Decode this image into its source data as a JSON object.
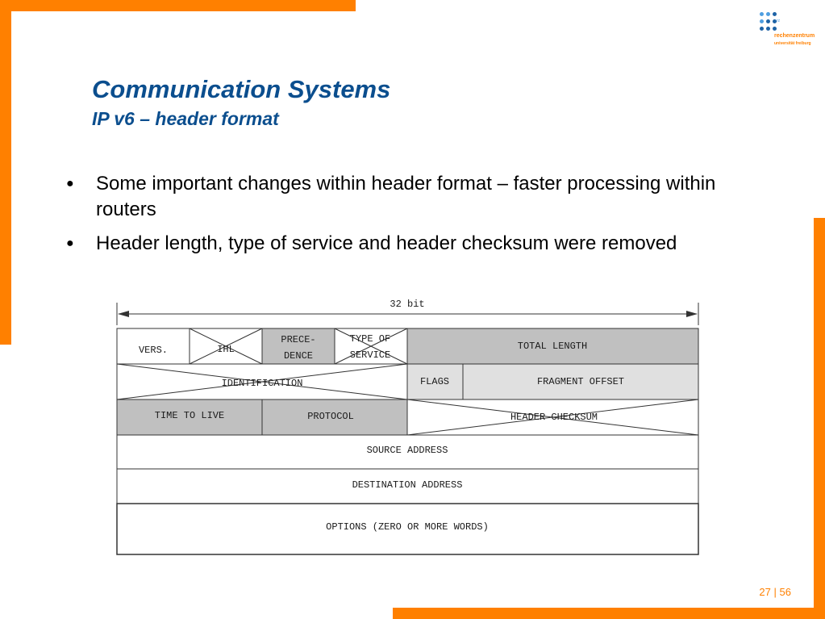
{
  "slide": {
    "title": "Communication Systems",
    "subtitle": "IP v6 – header format",
    "bullets": [
      "Some important changes within header format – faster processing within routers",
      "Header length, type of service and header checksum were removed"
    ],
    "bullet_glyph": "●",
    "page": {
      "current": "27",
      "separator": "|",
      "total": "56"
    }
  },
  "logo": {
    "icon_name": "rechenzentrum-dots-logo",
    "small_text": "rz",
    "name": "rechenzentrum",
    "subname": "universität freiburg"
  },
  "diagram": {
    "width_label": "32 bit",
    "fields": {
      "vers": "VERS.",
      "ihl": "IHL",
      "prece_line1": "PRECE-",
      "prece_line2": "DENCE",
      "tos_line1": "TYPE OF",
      "tos_line2": "SERVICE",
      "total_length": "TOTAL LENGTH",
      "identification": "IDENTIFICATION",
      "flags": "FLAGS",
      "fragment_offset": "FRAGMENT OFFSET",
      "time_to_live": "TIME TO LIVE",
      "protocol": "PROTOCOL",
      "header_checksum": "HEADER CHECKSUM",
      "source_address": "SOURCE ADDRESS",
      "destination_address": "DESTINATION ADDRESS",
      "options": "OPTIONS (ZERO OR MORE WORDS)"
    },
    "removed_fields": [
      "IHL",
      "TYPE OF SERVICE",
      "IDENTIFICATION",
      "HEADER CHECKSUM"
    ],
    "colors": {
      "kept_changed": "#c0c0c0",
      "kept": "#e0e0e0",
      "plain": "#ffffff",
      "grid": "#333333"
    }
  },
  "colors": {
    "accent": "#ff8000",
    "title": "#0b4e8e"
  }
}
